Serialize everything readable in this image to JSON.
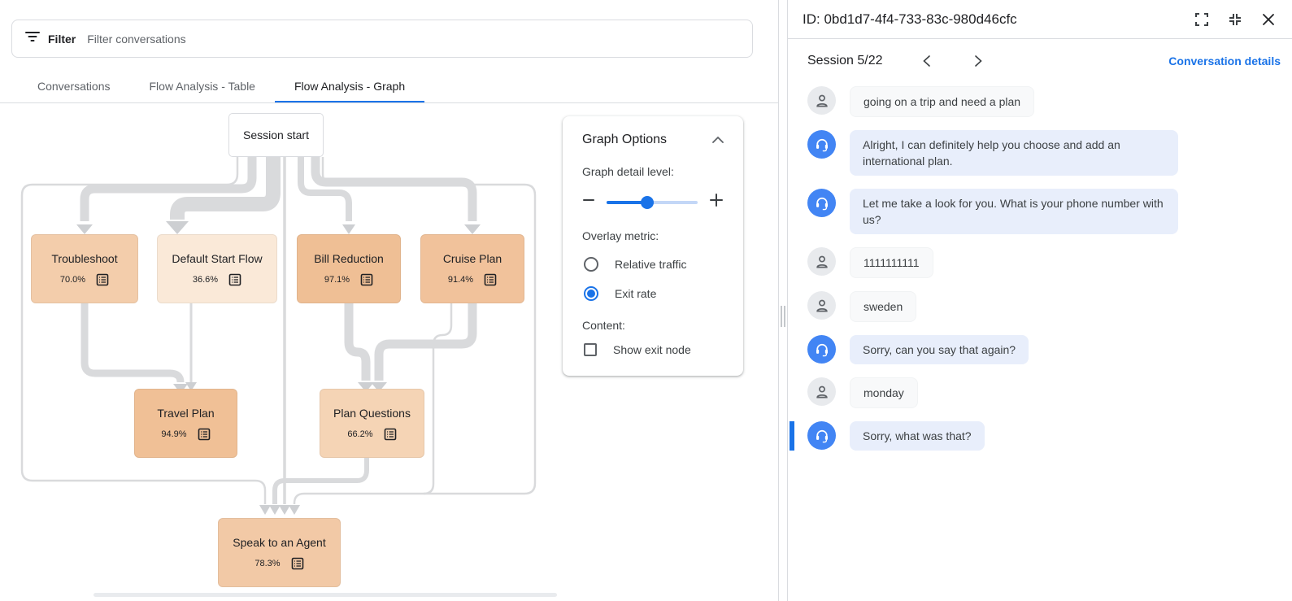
{
  "filter_bar": {
    "label": "Filter",
    "placeholder": "Filter conversations"
  },
  "tabs": [
    {
      "label": "Conversations",
      "active": false
    },
    {
      "label": "Flow Analysis - Table",
      "active": false
    },
    {
      "label": "Flow Analysis - Graph",
      "active": true
    }
  ],
  "graph": {
    "start_node_label": "Session start",
    "nodes": [
      {
        "label": "Troubleshoot",
        "exit_rate": "70.0%",
        "color": "#f3cdab"
      },
      {
        "label": "Default Start Flow",
        "exit_rate": "36.6%",
        "color": "#fae9d8"
      },
      {
        "label": "Bill Reduction",
        "exit_rate": "97.1%",
        "color": "#efbf95"
      },
      {
        "label": "Cruise Plan",
        "exit_rate": "91.4%",
        "color": "#f1c29b"
      },
      {
        "label": "Travel Plan",
        "exit_rate": "94.9%",
        "color": "#f0c096"
      },
      {
        "label": "Plan Questions",
        "exit_rate": "66.2%",
        "color": "#f5d4b5"
      },
      {
        "label": "Speak to an Agent",
        "exit_rate": "78.3%",
        "color": "#f2c9a6"
      }
    ]
  },
  "graph_options": {
    "title": "Graph Options",
    "detail_label": "Graph detail level:",
    "slider_value_pct": 45,
    "overlay_label": "Overlay metric:",
    "radios": [
      {
        "label": "Relative traffic",
        "selected": false
      },
      {
        "label": "Exit rate",
        "selected": true
      }
    ],
    "content_label": "Content:",
    "checkbox_label": "Show exit node",
    "checkbox_checked": false
  },
  "detail_panel": {
    "id_title": "ID: 0bd1d7-4f4-733-83c-980d46cfc",
    "session_label": "Session 5/22",
    "details_link": "Conversation details",
    "messages": [
      {
        "speaker": "user",
        "text": "going on a trip and need a plan"
      },
      {
        "speaker": "agent",
        "text": "Alright, I can definitely help you choose and add an international plan."
      },
      {
        "speaker": "agent",
        "text": "Let me take a look for you. What is your phone number with us?"
      },
      {
        "speaker": "user",
        "text": "1111111111"
      },
      {
        "speaker": "user",
        "text": "sweden"
      },
      {
        "speaker": "agent",
        "text": "Sorry, can you say that again?"
      },
      {
        "speaker": "user",
        "text": "monday"
      },
      {
        "speaker": "agent",
        "text": "Sorry, what was that?",
        "highlighted": true
      }
    ]
  },
  "colors": {
    "accent_blue": "#1a73e8",
    "agent_avatar": "#4285f4",
    "agent_bubble": "#e8eefb",
    "flow_line": "#d9dadc"
  }
}
